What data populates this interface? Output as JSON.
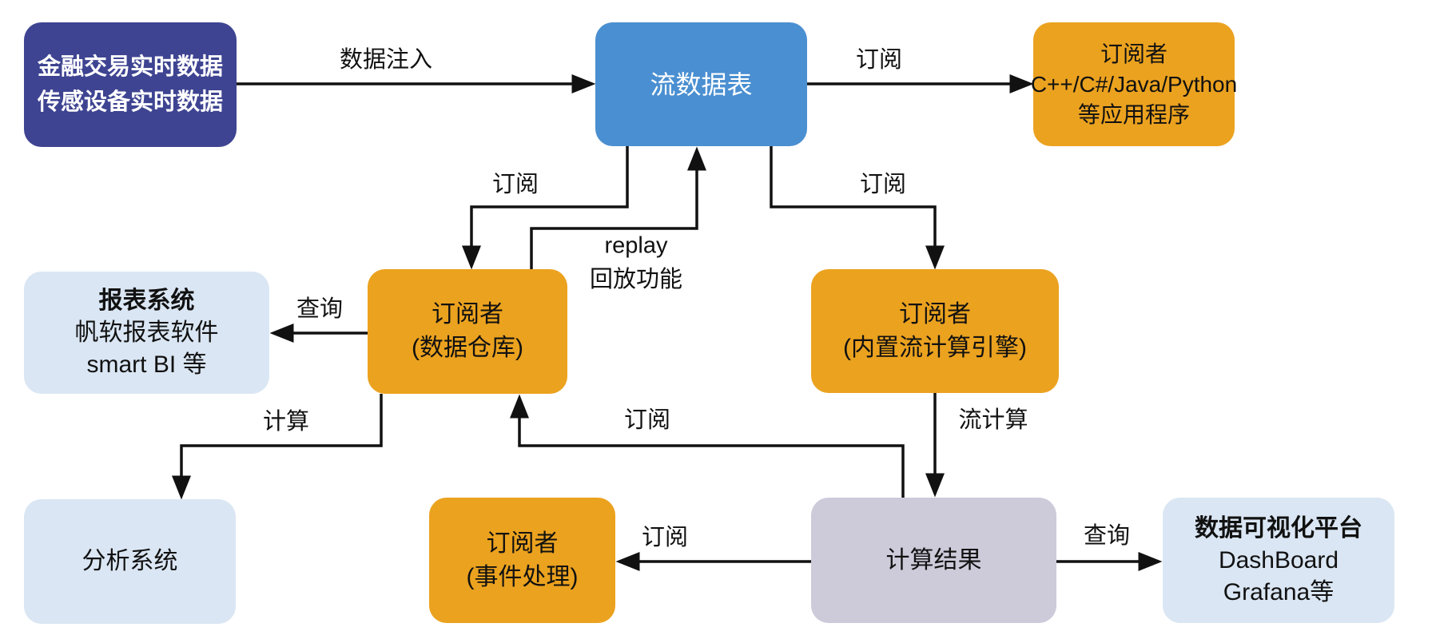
{
  "colors": {
    "indigo": "#3E4491",
    "blue": "#4A8FD1",
    "orange": "#EBA21F",
    "light_blue": "#DAE6F3",
    "lavender": "#CDCBDA",
    "arrow": "#111111",
    "text_dark": "#111111",
    "text_light": "#FFFFFF"
  },
  "nodes": {
    "source": {
      "lines": [
        "金融交易实时数据",
        "传感设备实时数据"
      ]
    },
    "stream_table": {
      "label": "流数据表"
    },
    "app_subscriber": {
      "lines": [
        "订阅者",
        "C++/C#/Java/Python",
        "等应用程序"
      ]
    },
    "warehouse_subscriber": {
      "lines": [
        "订阅者",
        "(数据仓库)"
      ]
    },
    "engine_subscriber": {
      "lines": [
        "订阅者",
        "(内置流计算引擎)"
      ]
    },
    "report_system": {
      "title": "报表系统",
      "lines": [
        "帆软报表软件",
        "smart BI 等"
      ]
    },
    "analysis_system": {
      "label": "分析系统"
    },
    "event_subscriber": {
      "lines": [
        "订阅者",
        "(事件处理)"
      ]
    },
    "result": {
      "label": "计算结果"
    },
    "viz_platform": {
      "title": "数据可视化平台",
      "lines": [
        "DashBoard",
        "Grafana等"
      ]
    }
  },
  "edge_labels": {
    "inject": "数据注入",
    "subscribe_app": "订阅",
    "subscribe_warehouse": "订阅",
    "subscribe_engine": "订阅",
    "replay_line1": "replay",
    "replay_line2": "回放功能",
    "query_report": "查询",
    "compute": "计算",
    "stream_compute": "流计算",
    "subscribe_back": "订阅",
    "subscribe_event": "订阅",
    "query_viz": "查询"
  }
}
